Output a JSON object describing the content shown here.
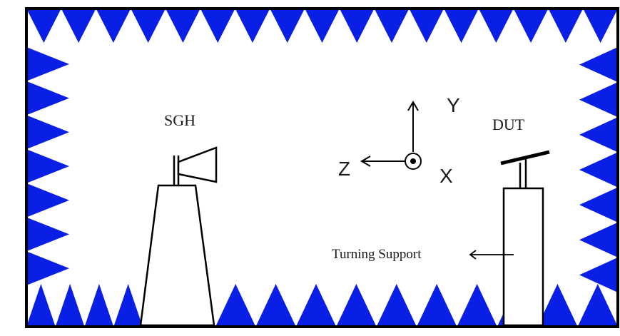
{
  "labels": {
    "sgh": "SGH",
    "dut": "DUT",
    "turning_support": "Turning Support",
    "axis_x": "X",
    "axis_y": "Y",
    "axis_z": "Z"
  },
  "colors": {
    "absorber": "#0a1fe6",
    "outline": "#000000",
    "background": "#ffffff"
  },
  "absorbers": {
    "top_count": 17,
    "left_count": 7,
    "right_count": 7,
    "bottom_left_count": 4,
    "bottom_right_count": 10
  }
}
